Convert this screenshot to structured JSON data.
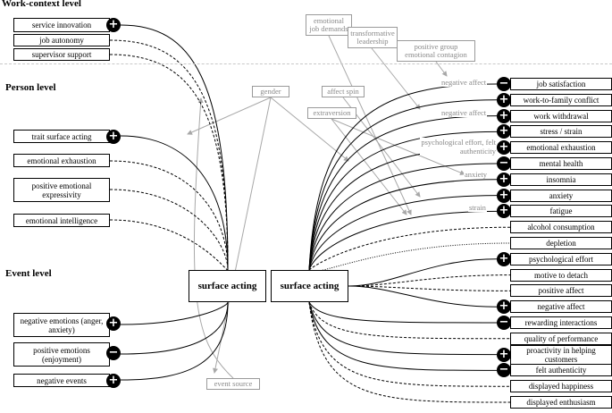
{
  "sections": {
    "work_context": "Work-context level",
    "person": "Person level",
    "event": "Event level"
  },
  "center": {
    "left_label": "surface acting",
    "right_label": "surface acting"
  },
  "antecedents": {
    "work_context": [
      {
        "label": "service innovation",
        "sign": "+"
      },
      {
        "label": "job autonomy",
        "sign": ""
      },
      {
        "label": "supervisor support",
        "sign": ""
      }
    ],
    "person": [
      {
        "label": "trait surface acting",
        "sign": "+"
      },
      {
        "label": "emotional exhaustion",
        "sign": ""
      },
      {
        "label": "positive emotional expressivity",
        "sign": ""
      },
      {
        "label": "emotional intelligence",
        "sign": ""
      }
    ],
    "event": [
      {
        "label": "negative emotions (anger, anxiety)",
        "sign": "+"
      },
      {
        "label": "positive emotions (enjoyment)",
        "sign": "−"
      },
      {
        "label": "negative events",
        "sign": "+"
      }
    ]
  },
  "outcomes": [
    {
      "label": "job satisfaction",
      "sign": "−"
    },
    {
      "label": "work-to-family conflict",
      "sign": "+"
    },
    {
      "label": "work withdrawal",
      "sign": "+"
    },
    {
      "label": "stress / strain",
      "sign": "+"
    },
    {
      "label": "emotional exhaustion",
      "sign": "+"
    },
    {
      "label": "mental health",
      "sign": "−"
    },
    {
      "label": "insomnia",
      "sign": "+"
    },
    {
      "label": "anxiety",
      "sign": "+"
    },
    {
      "label": "fatigue",
      "sign": "+"
    },
    {
      "label": "alcohol consumption",
      "sign": ""
    },
    {
      "label": "depletion",
      "sign": ""
    },
    {
      "label": "psychological effort",
      "sign": "+"
    },
    {
      "label": "motive to detach",
      "sign": ""
    },
    {
      "label": "positive affect",
      "sign": ""
    },
    {
      "label": "negative affect",
      "sign": "+"
    },
    {
      "label": "rewarding interactions",
      "sign": "−"
    },
    {
      "label": "quality of performance",
      "sign": ""
    },
    {
      "label": "proactivity in helping customers",
      "sign": "+"
    },
    {
      "label": "felt authenticity",
      "sign": "−"
    },
    {
      "label": "displayed happiness",
      "sign": ""
    },
    {
      "label": "displayed enthusiasm",
      "sign": ""
    }
  ],
  "moderators": {
    "emotional_job_demands": "emotional job demands",
    "transformative_leadership": "transformative leadership",
    "positive_group_contagion": "positive group emotional contagion",
    "gender": "gender",
    "affect_spin": "affect spin",
    "extraversion": "extraversion",
    "event_source": "event source"
  },
  "mediators": {
    "negative_affect_1": "negative affect",
    "negative_affect_2": "negative affect",
    "psych_effort_authenticity": "psychological effort, felt authenticity",
    "anxiety": "anxiety",
    "strain": "strain"
  }
}
